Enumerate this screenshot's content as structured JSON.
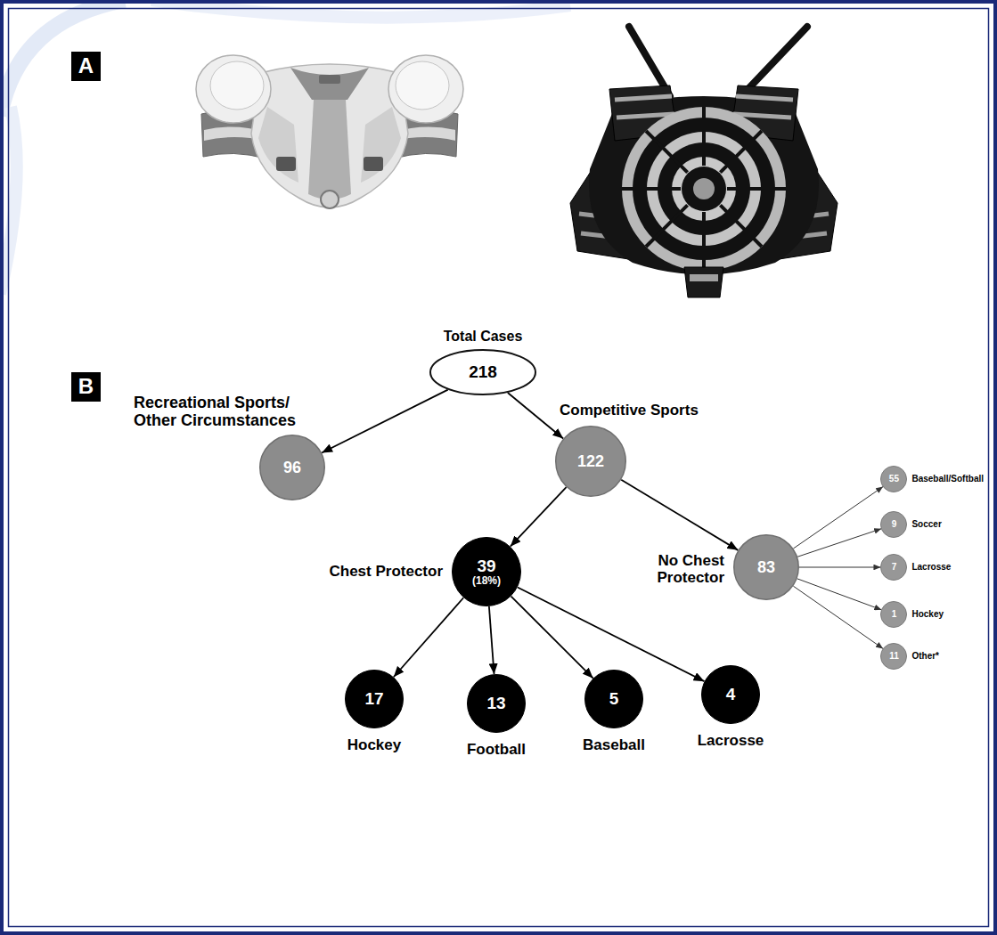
{
  "diagram": {
    "nodes": [
      {
        "text": [
          "Total Cases",
          "218"
        ]
      },
      {
        "text": [
          "Recreational Sports/ Other Circumstances",
          "96"
        ]
      },
      {
        "text": [
          "Competitive Sports",
          "122"
        ]
      },
      {
        "text": [
          "Chest Protector",
          "39",
          "(18%)"
        ]
      },
      {
        "text": [
          "No Chest Protector",
          "83"
        ]
      },
      {
        "text": [
          "55",
          "Baseball/Softball"
        ]
      },
      {
        "text": [
          "9",
          "Soccer"
        ]
      },
      {
        "text": [
          "7",
          "Lacrosse"
        ]
      },
      {
        "text": [
          "1",
          "Hockey"
        ]
      },
      {
        "text": [
          "11",
          "Other*"
        ]
      },
      {
        "text": [
          "17",
          "Hockey"
        ]
      },
      {
        "text": [
          "13",
          "Football"
        ]
      },
      {
        "text": [
          "5",
          "Baseball"
        ]
      },
      {
        "text": [
          "4",
          "Lacrosse"
        ]
      }
    ],
    "edges": [
      {
        "from": 0,
        "to": 1,
        "arrow": "to"
      },
      {
        "from": 0,
        "to": 2,
        "arrow": "to"
      },
      {
        "from": 2,
        "to": 3,
        "arrow": "to"
      },
      {
        "from": 2,
        "to": 4,
        "arrow": "to"
      },
      {
        "from": 4,
        "to": 5,
        "arrow": "to"
      },
      {
        "from": 4,
        "to": 6,
        "arrow": "to"
      },
      {
        "from": 4,
        "to": 7,
        "arrow": "to"
      },
      {
        "from": 4,
        "to": 8,
        "arrow": "to"
      },
      {
        "from": 4,
        "to": 9,
        "arrow": "to"
      },
      {
        "from": 3,
        "to": 10,
        "arrow": "to"
      },
      {
        "from": 3,
        "to": 11,
        "arrow": "to"
      },
      {
        "from": 3,
        "to": 12,
        "arrow": "to"
      },
      {
        "from": 3,
        "to": 13,
        "arrow": "to"
      }
    ],
    "labels": [
      "A",
      "B"
    ]
  }
}
